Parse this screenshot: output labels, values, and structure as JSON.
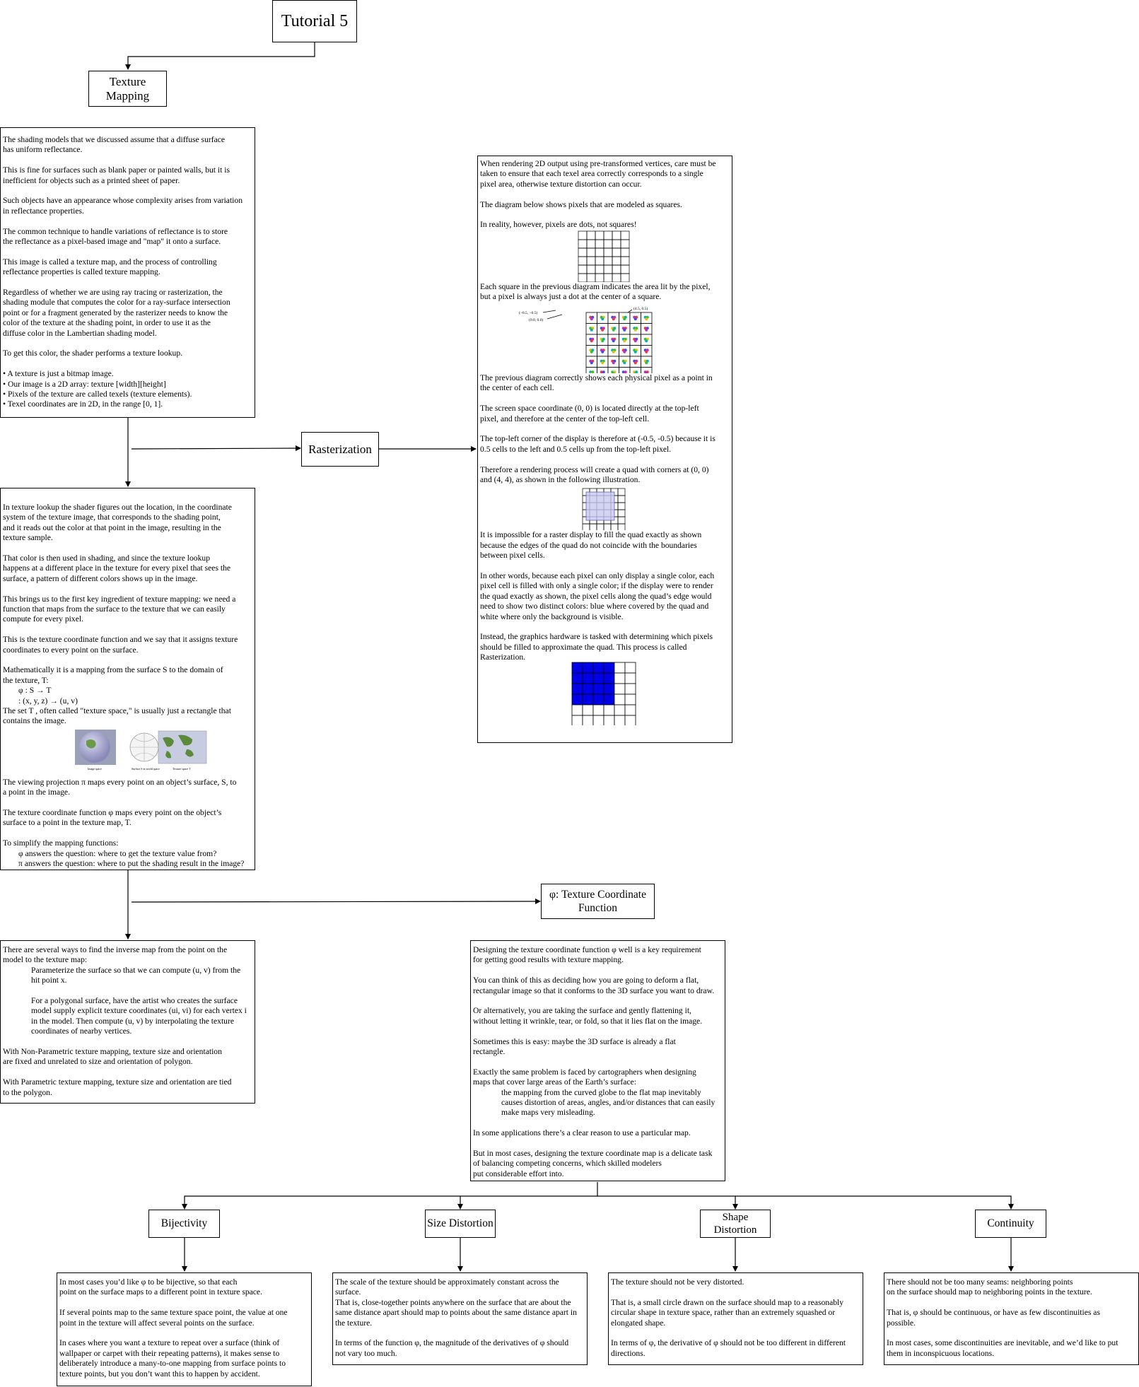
{
  "root": {
    "title": "Tutorial 5"
  },
  "texture_mapping": {
    "title": "Texture\nMapping"
  },
  "intro": {
    "paragraphs": [
      "The shading models that we discussed assume that a diffuse surface\nhas uniform reflectance.",
      "This is fine for surfaces such as blank paper or painted walls, but it is\ninefficient for objects such as a printed sheet of paper.",
      "Such objects have an appearance whose complexity arises from variation\nin reflectance properties.",
      "The common technique to handle variations of reflectance is to store\nthe reflectance as a pixel-based image and \"map\" it onto a surface.",
      "This image is called a texture map, and the process of controlling\nreflectance properties is called texture mapping.",
      "Regardless of whether we are using ray tracing or rasterization, the\nshading module that computes the color for a ray-surface intersection\npoint or for a fragment generated by the rasterizer needs to know the\ncolor of the texture at the shading point, in order to use it as the\ndiffuse color in the Lambertian shading model.",
      "To get this color, the shader performs a texture lookup."
    ],
    "bullets": [
      "• A texture is just a bitmap image.",
      "• Our image is a 2D array: texture [width][height]",
      "• Pixels of the texture are called texels (texture elements).",
      "• Texel coordinates are in 2D, in the range [0, 1]."
    ]
  },
  "lookup": {
    "p1": "In texture lookup the shader figures out the location, in the coordinate\nsystem of the texture image, that corresponds to the shading point,\nand it reads out the color at that point in the image, resulting in the\ntexture sample.",
    "p2": "That color is then used in shading, and since the texture lookup\nhappens at a different place in the texture for every pixel that sees the\nsurface, a pattern of different colors shows up in the image.",
    "p3": "This brings us to the first key ingredient of texture mapping: we need a\nfunction that maps from the surface to the texture that we can easily\ncompute for every pixel.",
    "p4": "This is the texture coordinate function and we say that it assigns texture\ncoordinates to every point on the surface.",
    "p5": "Mathematically it is a mapping from the surface S to the domain of\nthe texture, T:",
    "f1": "φ : S → T",
    "f2": "  : (x, y, z) → (u, v)",
    "p6": "The set T , often called \"texture space,\" is usually just a rectangle that\ncontains the image.",
    "fig_labels": [
      "Image space",
      "Surface S in world space",
      "Texture space T"
    ],
    "p7": "The viewing projection π maps every point on an object’s surface, S, to\na point in the image.",
    "p8": "The texture coordinate function φ maps every point on the object’s\nsurface to a point in the texture map, T.",
    "p9": "To simplify the mapping functions:",
    "i1": "φ answers the question: where to get the texture value from?",
    "i2": "π answers the question: where to put the shading result in the image?"
  },
  "inverse": {
    "p1": "There are several ways to find the inverse map from the point on the\nmodel to the texture map:",
    "i1": "Parameterize the surface so that we can compute (u, v) from the\nhit point x.",
    "i2": "For a polygonal surface, have the artist who creates the surface\nmodel supply explicit texture coordinates (ui, vi) for each vertex i\nin the model. Then compute (u, v) by interpolating the texture\ncoordinates of nearby vertices.",
    "p2": "With Non-Parametric texture mapping, texture size and orientation\nare fixed and unrelated to size and orientation of polygon.",
    "p3": "With Parametric texture mapping, texture size and orientation are tied\nto the polygon."
  },
  "rasterization": {
    "title": "Rasterization",
    "p1": "When rendering 2D output using pre-transformed vertices, care must be\ntaken to ensure that each texel area correctly corresponds to a single\npixel area, otherwise texture distortion can occur.",
    "p2": "The diagram below shows pixels that are modeled as squares.",
    "p3": "In reality, however, pixels are dots, not squares!",
    "p4": "Each square in the previous diagram indicates the area lit by the pixel,\nbut a pixel is always just a dot at the center of a square.",
    "fig_labels": {
      "a": "(−0.5, −0.5)",
      "b": "(0.0, 0.0)",
      "c": "(4.5, 0.5)"
    },
    "p5": "The previous diagram correctly shows each physical pixel as a point in\nthe center of each cell.",
    "p6": "The screen space coordinate (0, 0) is located directly at the top-left\npixel, and therefore at the center of the top-left cell.",
    "p7": "The top-left corner of the display is therefore at (-0.5, -0.5) because it is\n0.5 cells to the left and 0.5 cells up from the top-left pixel.",
    "p8": "Therefore a rendering process will create a quad with corners at (0, 0)\nand (4, 4), as shown in the following illustration.",
    "p9": "It is impossible for a raster display to fill the quad exactly as shown\nbecause the edges of the quad do not coincide with the boundaries\nbetween pixel cells.",
    "p10": "In other words, because each pixel can only display a single color, each\npixel cell is filled with only a single color; if the display were to render\nthe quad exactly as shown, the pixel cells along the quad’s edge would\nneed to show two distinct colors: blue where covered by the quad and\nwhite where only the background is visible.",
    "p11": "Instead, the graphics hardware is tasked with determining which pixels\nshould be filled to approximate the quad. This process is called\nRasterization."
  },
  "tcf": {
    "title": "φ: Texture Coordinate\nFunction",
    "p1": "Designing the texture coordinate function φ well is a key requirement\nfor getting good results with texture mapping.",
    "p2": "You can think of this as deciding how you are going to deform a flat,\nrectangular image so that it conforms to the 3D surface you want to draw.",
    "p3": "Or alternatively, you are taking the surface and gently flattening it,\nwithout letting it wrinkle, tear, or fold, so that it lies flat on the image.",
    "p4": "Sometimes this is easy: maybe the 3D surface is already a flat\nrectangle.",
    "p5": "Exactly the same problem is faced by cartographers when designing\nmaps that cover large areas of the Earth’s surface:",
    "i1": "the mapping from the curved globe to the flat map inevitably\ncauses distortion of areas, angles, and/or distances that can easily\nmake maps very misleading.",
    "p6": "In some applications there’s a clear reason to use a particular map.",
    "p7": "But in most cases, designing the texture coordinate map is a delicate task\nof balancing competing concerns, which skilled modelers\nput considerable effort into."
  },
  "bijectivity": {
    "title": "Bijectivity",
    "p1": "In most cases you’d like φ to be bijective, so that each\npoint on the surface maps to a different point in texture space.",
    "p2": "If several points map to the same texture space point, the value at one\npoint in the texture will affect several points on the surface.",
    "p3": "In cases where you want a texture to repeat over a surface (think of\nwallpaper or carpet with their repeating patterns), it makes sense to\ndeliberately introduce a many-to-one mapping from surface points to\ntexture points, but you don’t want this to happen by accident."
  },
  "size_distortion": {
    "title": "Size Distortion",
    "p1": "The scale of the texture should be approximately constant across the\nsurface.\nThat is, close-together points anywhere on the surface that are about the\nsame distance apart should map to points about the same distance apart in\nthe texture.",
    "p2": "In terms of the function φ, the magnitude of the derivatives of φ should\nnot vary too much."
  },
  "shape_distortion": {
    "title": "Shape\nDistortion",
    "p1": "The texture should not be very distorted.",
    "p2": "That is, a small circle drawn on the surface should map to a reasonably\ncircular shape in texture space, rather than an extremely squashed or\nelongated shape.",
    "p3": "In terms of φ, the derivative of φ should not be too different in different\ndirections."
  },
  "continuity": {
    "title": "Continuity",
    "p1": "There should not be too many seams: neighboring points\non the surface should map to neighboring points in the texture.",
    "p2": "That is, φ should be continuous, or have as few discontinuities as\npossible.",
    "p3": "In most cases, some discontinuities are inevitable, and we’d like to put\nthem in inconspicuous locations."
  },
  "colors": {
    "quad_fill": "#c8c8f0",
    "raster_fill": "#0000e6",
    "line": "#000000"
  }
}
